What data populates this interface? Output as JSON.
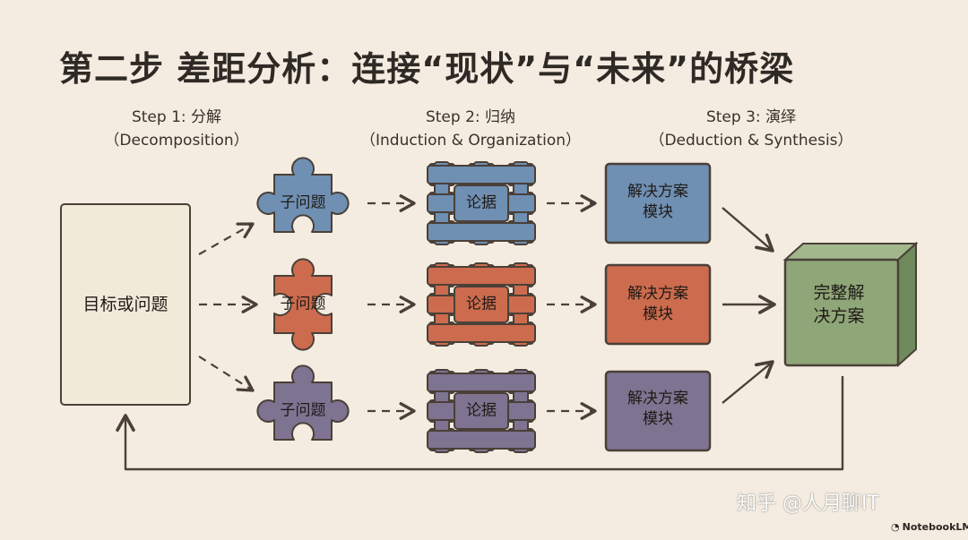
{
  "title": "第二步 差距分析：连接“现状”与“未来”的桥梁",
  "steps": [
    {
      "line1": "Step 1: 分解",
      "line2": "（Decomposition）"
    },
    {
      "line1": "Step 2: 归纳",
      "line2": "（Induction & Organization）"
    },
    {
      "line1": "Step 3: 演绎",
      "line2": "（Deduction & Synthesis）"
    }
  ],
  "goal_box": "目标或问题",
  "subproblem_label": "子问题",
  "evidence_label": "论据",
  "module_label_line1": "解决方案",
  "module_label_line2": "模块",
  "final_line1": "完整解",
  "final_line2": "决方案",
  "rows": [
    {
      "color": "#6f8fb3"
    },
    {
      "color": "#cc6b4e"
    },
    {
      "color": "#7e7390"
    }
  ],
  "final_color": "#8fa678",
  "goal_color": "#f1ead9",
  "watermark": "知乎 @人月聊IT",
  "brand": "NotebookLM"
}
